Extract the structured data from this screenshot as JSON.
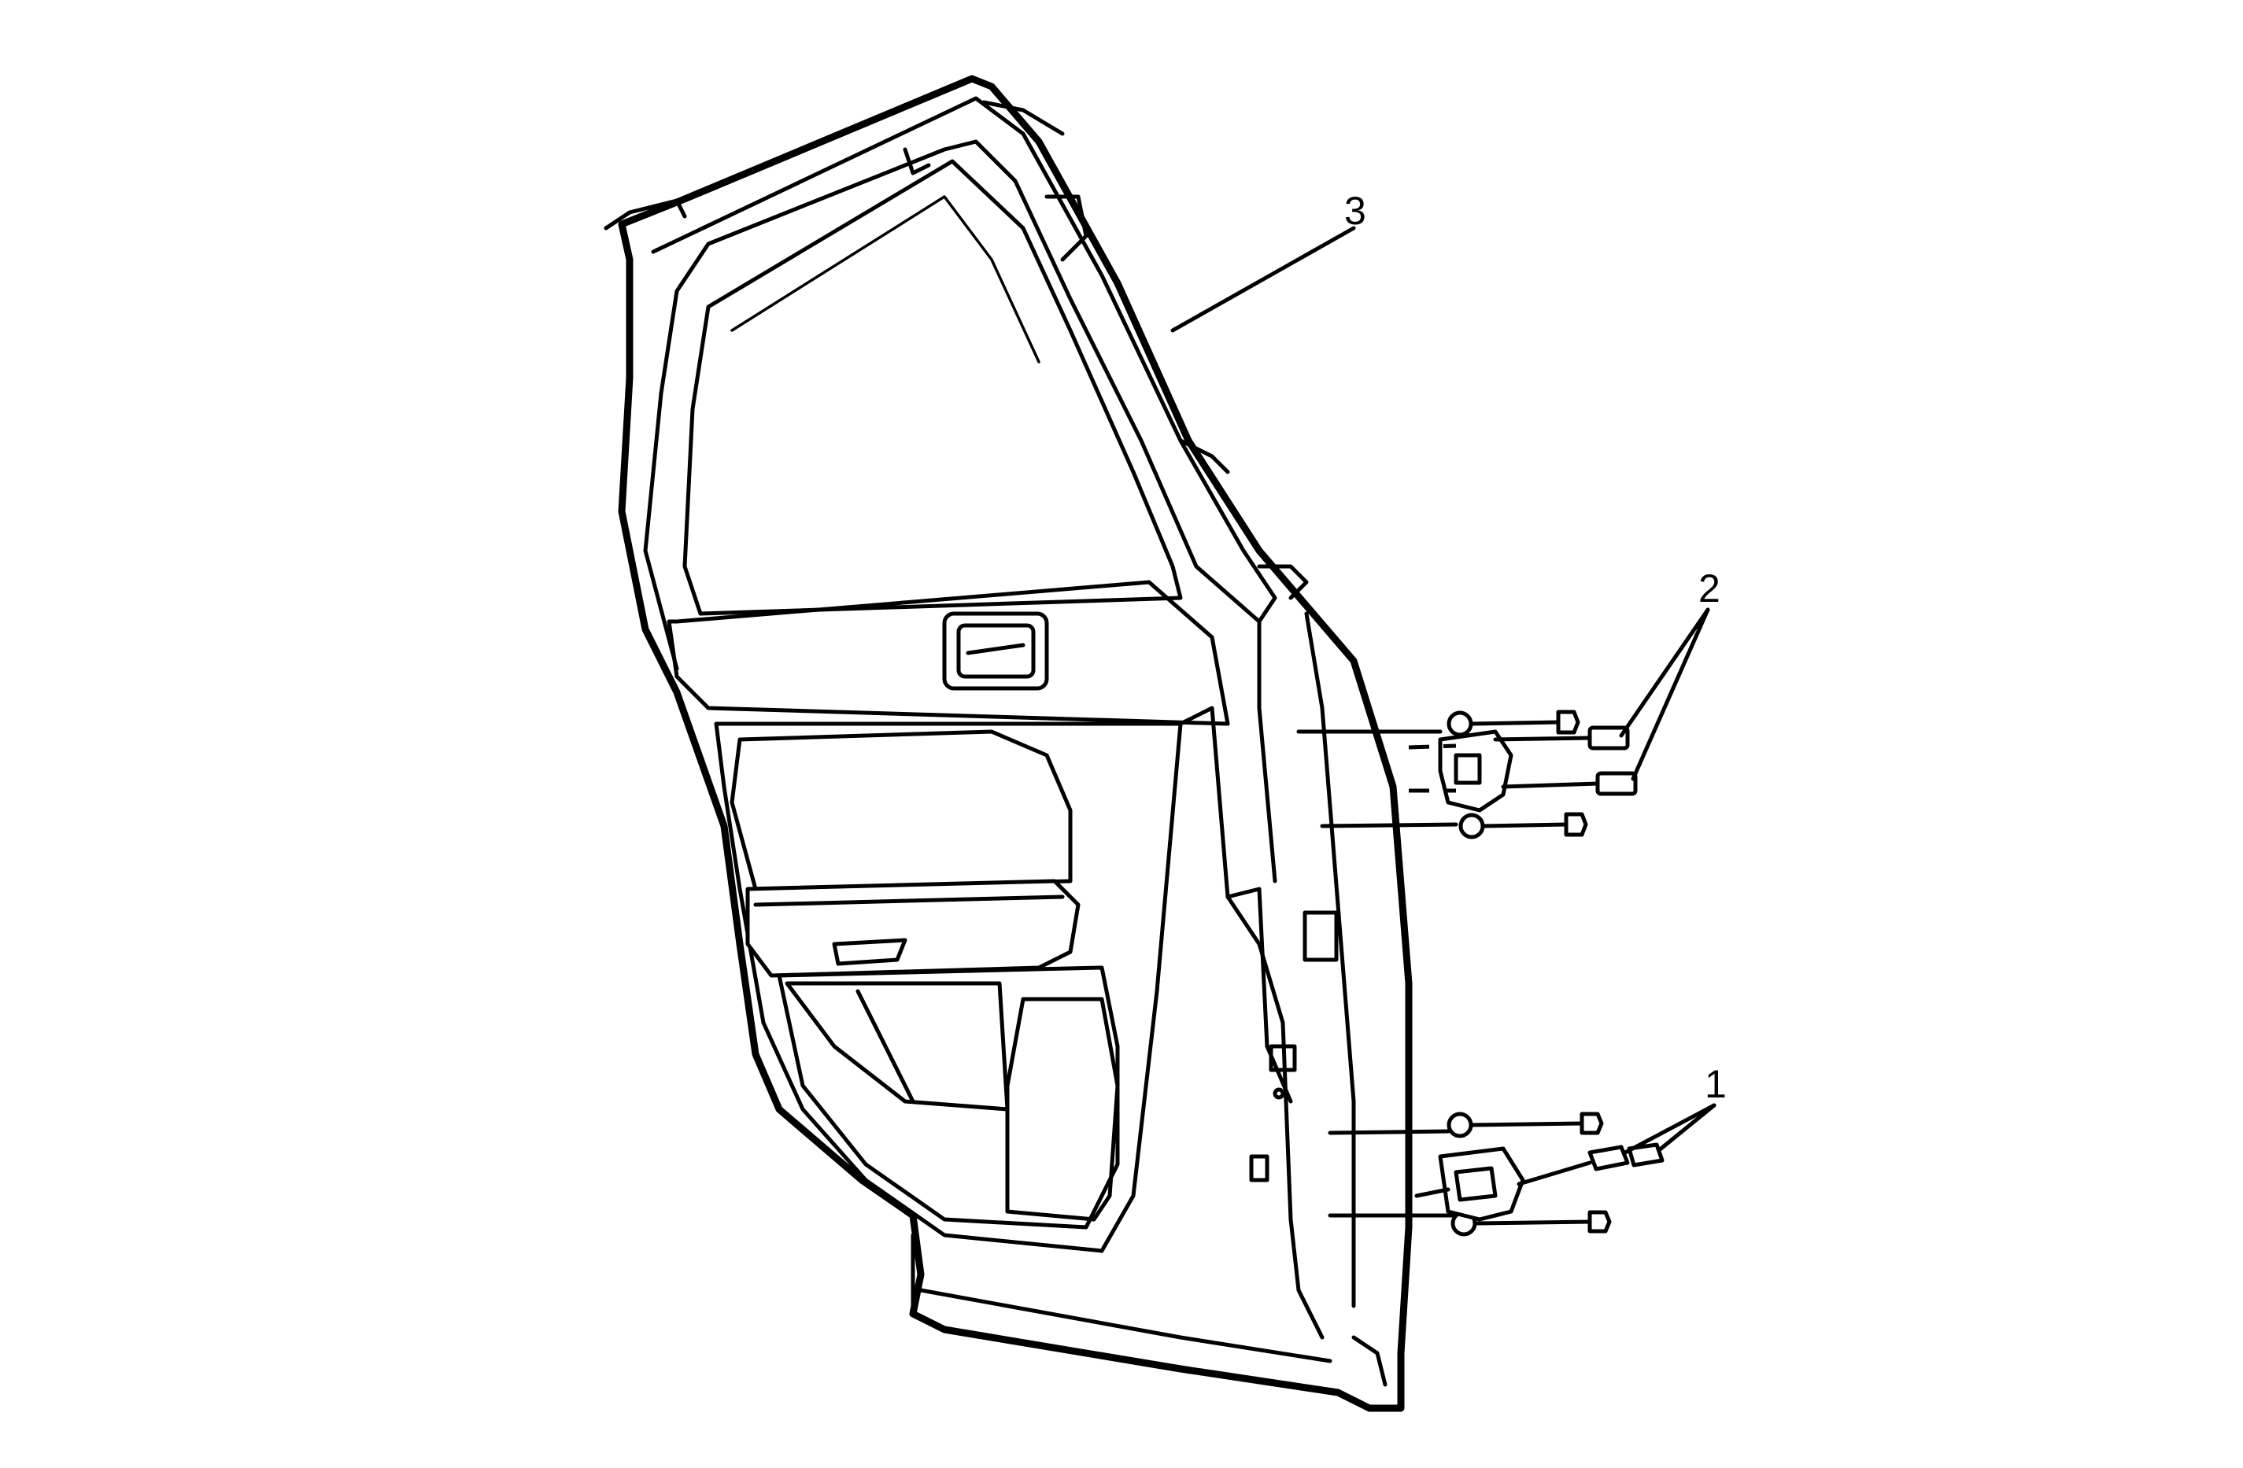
{
  "callouts": {
    "label_1": "1",
    "label_2": "2",
    "label_3": "3"
  },
  "parts": [
    {
      "id": "1",
      "name": "lower-hinge-bolts"
    },
    {
      "id": "2",
      "name": "upper-hinge-bolts"
    },
    {
      "id": "3",
      "name": "rear-door"
    }
  ],
  "colors": {
    "line": "#000000",
    "background": "#ffffff"
  }
}
